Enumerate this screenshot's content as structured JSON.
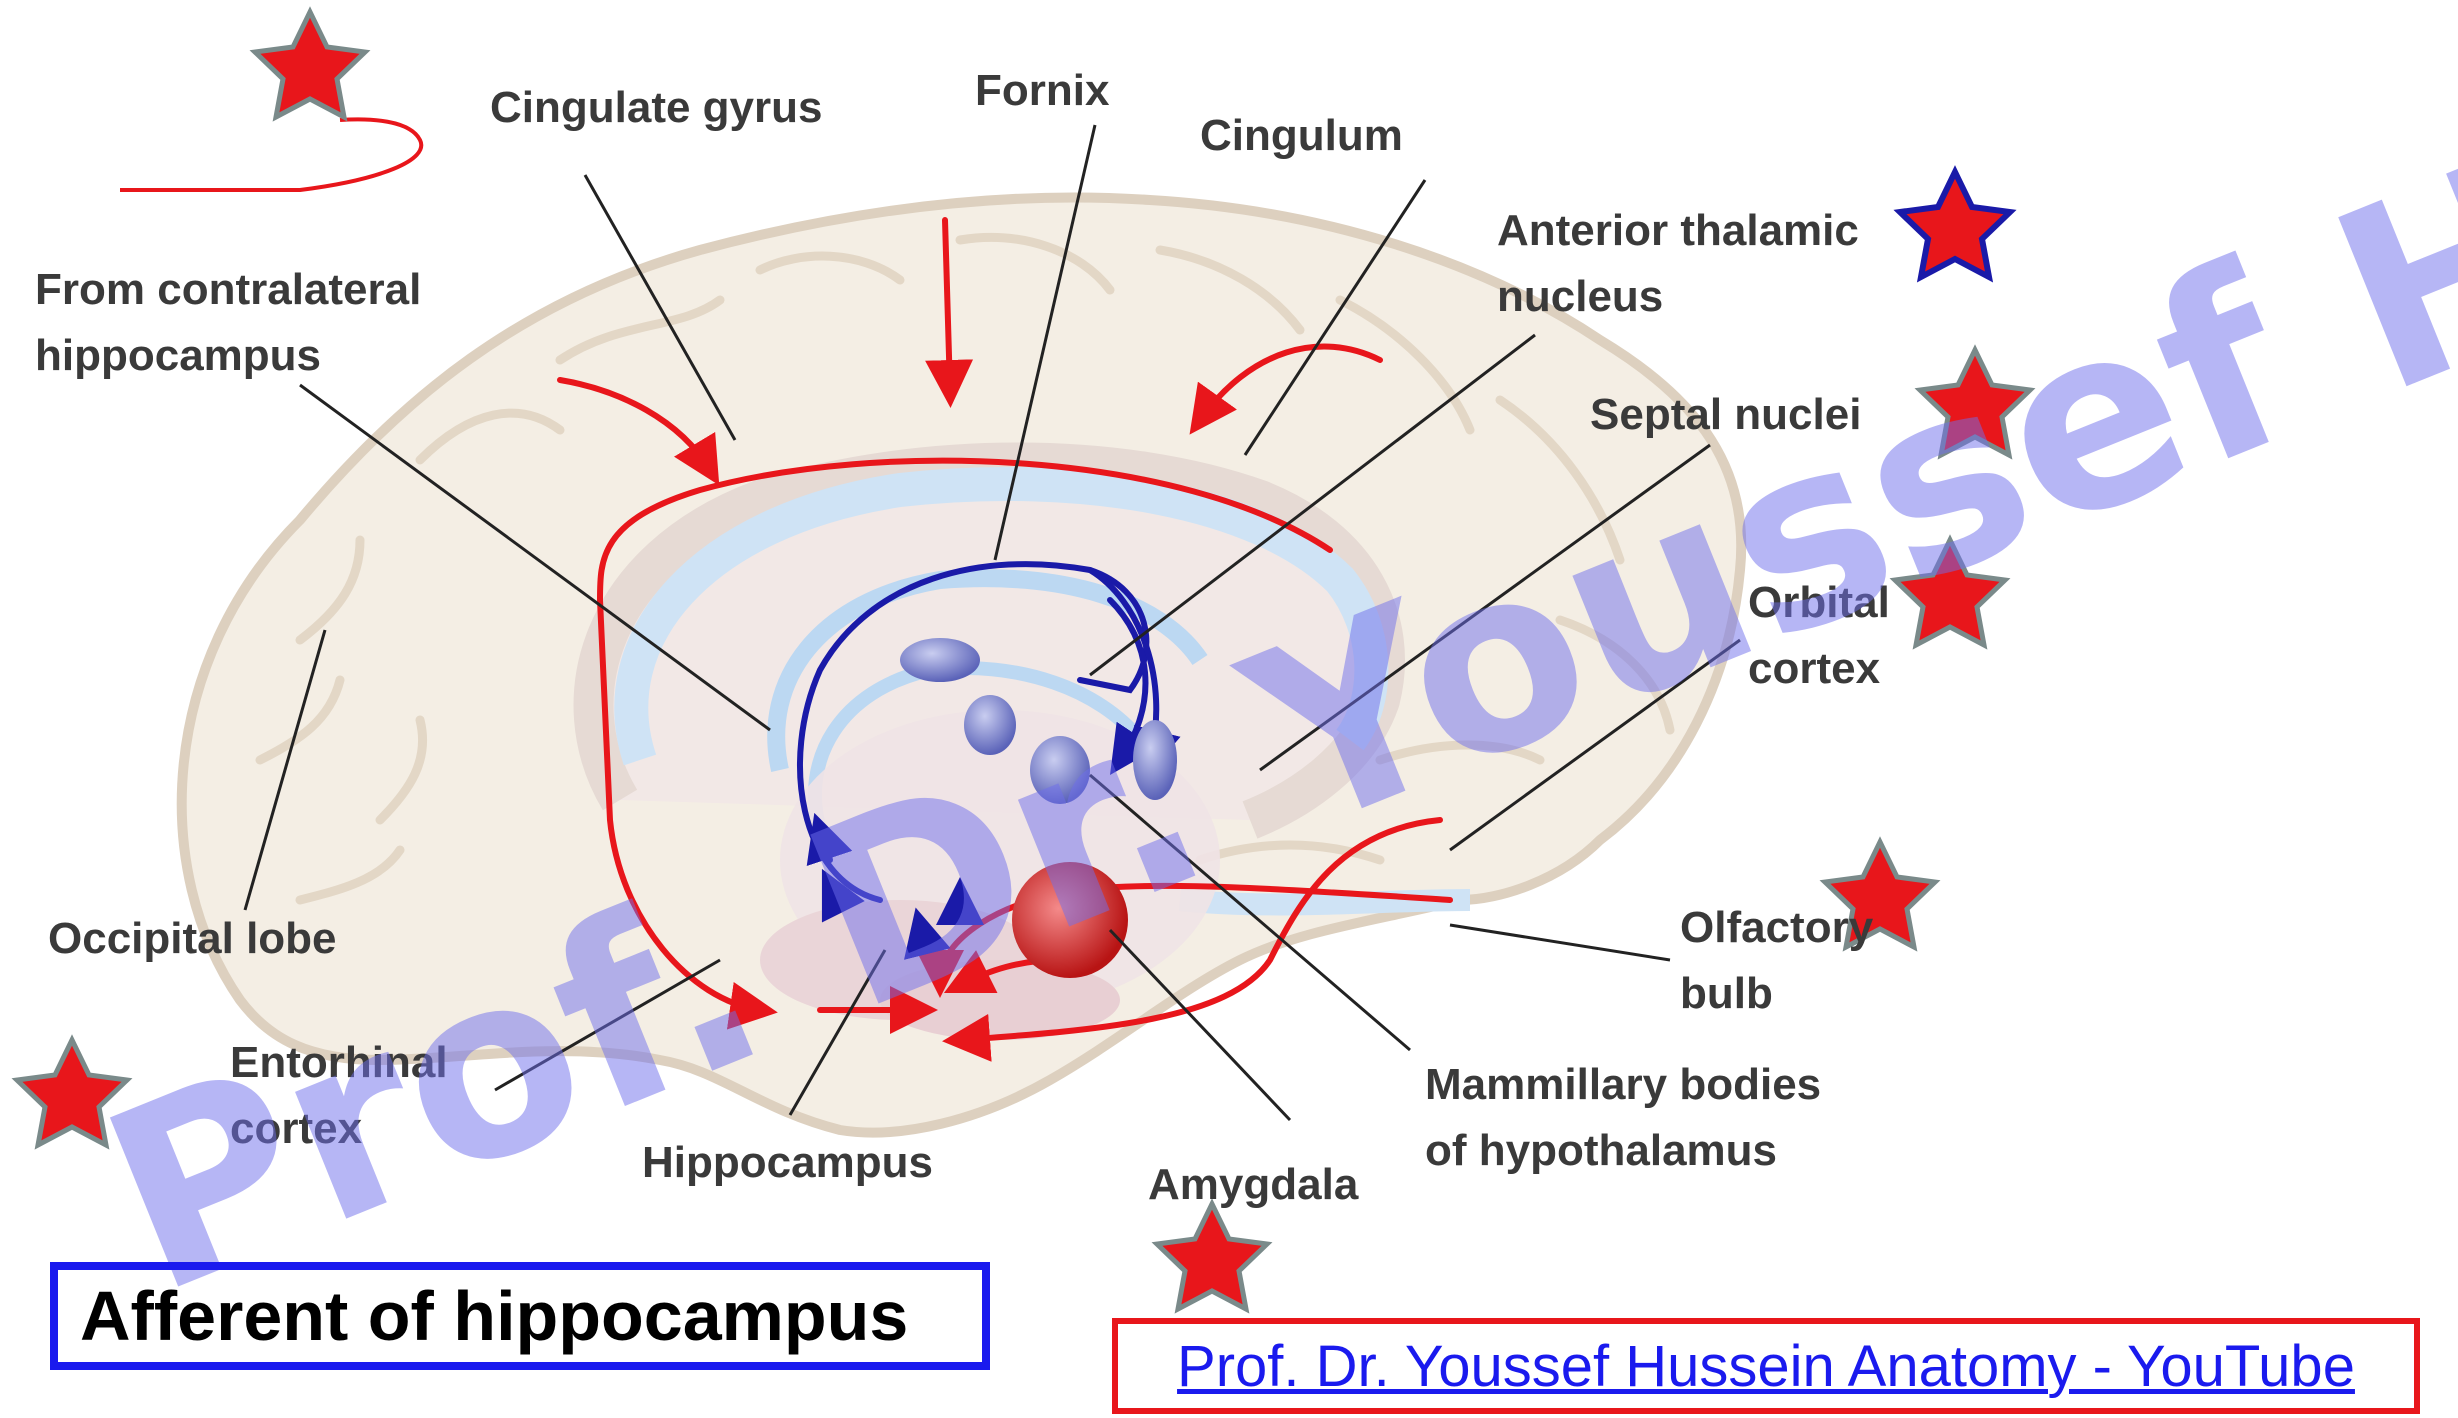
{
  "labels": {
    "cingulate_gyrus": "Cingulate gyrus",
    "fornix": "Fornix",
    "cingulum": "Cingulum",
    "from_contralateral": [
      "From contralateral",
      "hippocampus"
    ],
    "anterior_thalamic": [
      "Anterior thalamic",
      "nucleus"
    ],
    "septal_nuclei": "Septal nuclei",
    "orbital_cortex": [
      "Orbital",
      "cortex"
    ],
    "occipital_lobe": "Occipital lobe",
    "olfactory_bulb": [
      "Olfactory",
      "bulb"
    ],
    "entorhinal_cortex": [
      "Entorhinal",
      "cortex"
    ],
    "mammillary_bodies": [
      "Mammillary bodies",
      "of hypothalamus"
    ],
    "hippocampus": "Hippocampus",
    "amygdala": "Amygdala"
  },
  "title": "Afferent of hippocampus",
  "link_text": "Prof. Dr. Youssef Hussein Anatomy - YouTube",
  "watermark": "Prof. Dr. Youssef Hussein",
  "colors": {
    "afferent_arrow": "#e8161b",
    "efferent_fornix": "#1a1aa8",
    "star_fill": "#e8161b",
    "title_border": "#1a1aee",
    "link_border": "#e8161b",
    "watermark": "#7070ee"
  }
}
